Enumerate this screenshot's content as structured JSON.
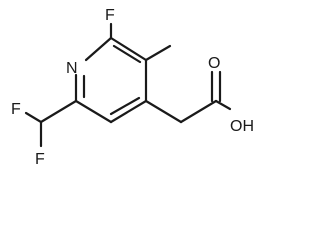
{
  "molecule": {
    "atoms": {
      "fluorine_ring": "F",
      "nitrogen_ring": "N",
      "fluorine_chf2_top": "F",
      "fluorine_chf2_bottom": "F",
      "carbonyl_oxygen": "O",
      "hydroxyl_group": "OH"
    }
  }
}
